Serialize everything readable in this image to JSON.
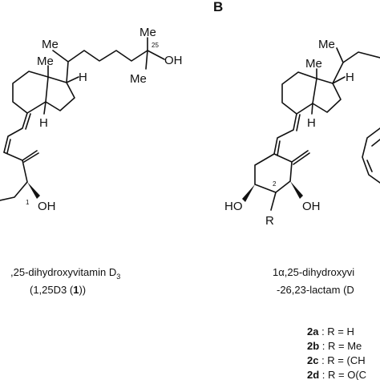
{
  "panel_b": {
    "label": "B"
  },
  "compound1": {
    "labels": {
      "me_top": "Me",
      "me_side": "Me",
      "oh_c25": "OH",
      "me_ring": "Me",
      "h_ring": "H",
      "h_cd": "H",
      "oh_a": "OH"
    },
    "locants": {
      "c25": "25",
      "c1": "1"
    },
    "caption_line1_prefix": ",25-dihydroxyvitamin D",
    "caption_line1_subscript": "3",
    "caption_line2_prefix": "(1,25D3 (",
    "caption_line2_bold": "1",
    "caption_line2_suffix": "))"
  },
  "compound2": {
    "labels": {
      "me_chain": "Me",
      "me_ring": "Me",
      "h_ring": "H",
      "h_cd": "H",
      "ho_left": "HO",
      "oh_right": "OH",
      "r_sub": "R"
    },
    "locants": {
      "c2": "2"
    },
    "caption_line1": "1α,25-dihydroxyvi",
    "caption_line2": "-26,23-lactam (D"
  },
  "variants": [
    {
      "id": "2a",
      "text": " : R = H"
    },
    {
      "id": "2b",
      "text": " : R = Me"
    },
    {
      "id": "2c",
      "text": " : R = (CH"
    },
    {
      "id": "2d",
      "text": " : R = O(C"
    }
  ],
  "colors": {
    "ink": "#111111",
    "background": "#ffffff"
  }
}
